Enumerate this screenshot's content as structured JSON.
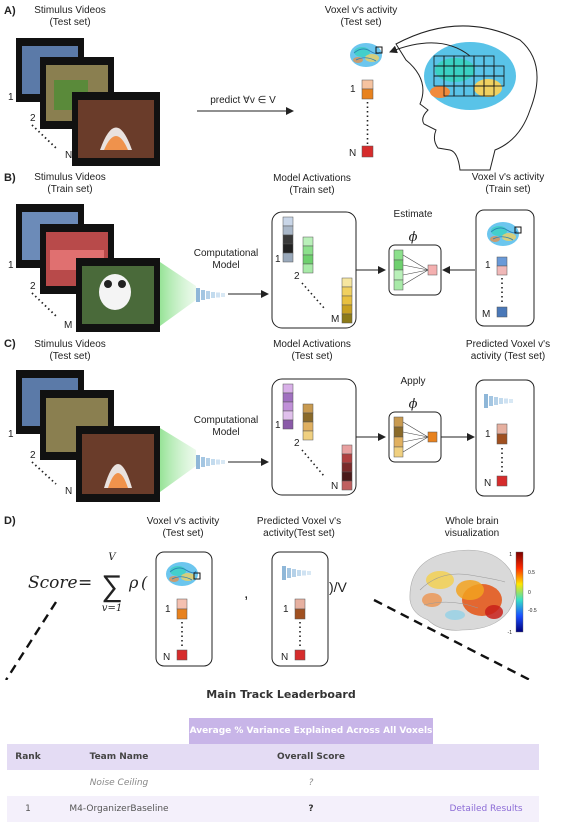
{
  "sections": {
    "a": {
      "letter": "A)",
      "stimulus_title": [
        "Stimulus Videos",
        "(Test set)"
      ],
      "frame_labels": [
        "1",
        "2",
        "N"
      ],
      "predict_label": "predict ∀v ∈ V",
      "voxel_title": [
        "Voxel v's activity",
        "(Test set)"
      ],
      "voxel_indices": [
        "1",
        "N"
      ]
    },
    "b": {
      "letter": "B)",
      "stimulus_title": [
        "Stimulus Videos",
        "(Train set)"
      ],
      "frame_labels": [
        "1",
        "2",
        "M"
      ],
      "model_label": [
        "Computational",
        "Model"
      ],
      "activations_title": [
        "Model Activations",
        "(Train set)"
      ],
      "activation_indices": [
        "1",
        "2",
        "M"
      ],
      "estimate_label": "Estimate",
      "phi": "ϕ",
      "voxel_title": [
        "Voxel v's activity",
        "(Train set)"
      ],
      "voxel_indices": [
        "1",
        "M"
      ]
    },
    "c": {
      "letter": "C)",
      "stimulus_title": [
        "Stimulus Videos",
        "(Test set)"
      ],
      "frame_labels": [
        "1",
        "2",
        "N"
      ],
      "model_label": [
        "Computational",
        "Model"
      ],
      "activations_title": [
        "Model Activations",
        "(Test set)"
      ],
      "activation_indices": [
        "1",
        "2",
        "N"
      ],
      "apply_label": "Apply",
      "phi": "ϕ",
      "predicted_title": [
        "Predicted Voxel v's",
        "activity (Test set)"
      ],
      "voxel_indices": [
        "1",
        "N"
      ]
    },
    "d": {
      "letter": "D)",
      "voxel_title": [
        "Voxel v's activity",
        "(Test set)"
      ],
      "predicted_title": [
        "Predicted Voxel v's",
        "activity(Test set)"
      ],
      "whole_brain_title": [
        "Whole brain",
        "visualization"
      ],
      "score_word": "Score",
      "sum_top": "V",
      "sum_bottom": "v=1",
      "rho": "ρ",
      "comma": ",",
      "divide": ")/V",
      "indices": [
        "1",
        "N"
      ],
      "colorbar_ticks": [
        "1",
        "0.5",
        "0",
        "-0.5",
        "-1"
      ]
    }
  },
  "leaderboard": {
    "title": "Main Track Leaderboard",
    "group_header": "Average % Variance Explained Across All Voxels",
    "columns": [
      "Rank",
      "Team Name",
      "Overall Score"
    ],
    "rows": [
      {
        "rank": "",
        "team": "Noise Ceiling",
        "score": "?",
        "details": ""
      },
      {
        "rank": "1",
        "team": "M4-OrganizerBaseline",
        "score": "?",
        "details": "Detailed Results"
      }
    ]
  },
  "colors": {
    "voxel_blue": "#4a78b8",
    "voxel_orange": "#e8821e",
    "voxel_red": "#d62c2c",
    "brain_blue": "#5fb3e0",
    "brain_cyan": "#3ad1c2",
    "header_purple": "#c8b5e8",
    "link_purple": "#8c6cd6"
  }
}
